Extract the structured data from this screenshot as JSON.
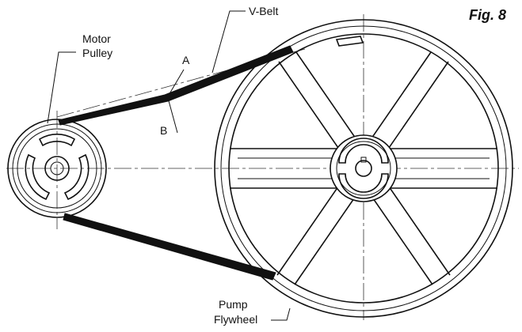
{
  "figure": {
    "label": "Fig. 8"
  },
  "labels": {
    "v_belt": "V-Belt",
    "motor_pulley_line1": "Motor",
    "motor_pulley_line2": "Pulley",
    "point_a": "A",
    "point_b": "B",
    "pump_flywheel_line1": "Pump",
    "pump_flywheel_line2": "Flywheel"
  }
}
